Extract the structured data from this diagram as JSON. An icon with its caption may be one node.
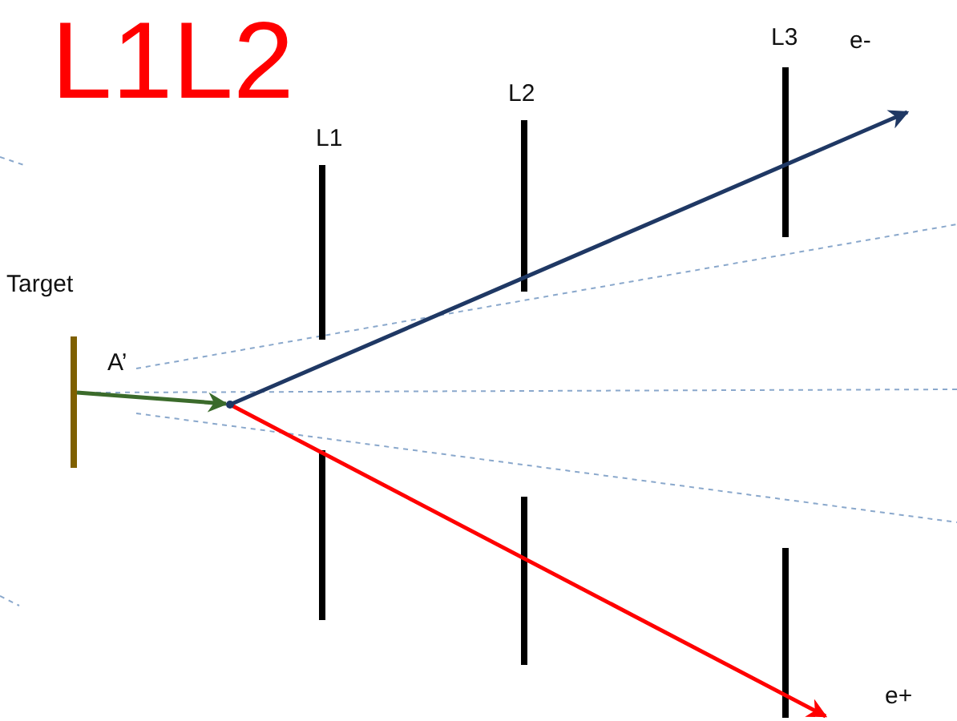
{
  "diagram": {
    "title": "L1L2",
    "nodes": [
      {
        "text": [
          "Target"
        ]
      },
      {
        "text": [],
        "shape": "point"
      }
    ],
    "edges": [
      {
        "from": 0,
        "to": 1,
        "arrow": "to",
        "label": "A’",
        "color": "#3b6b2b"
      },
      {
        "from": 1,
        "to": null,
        "arrow": "to",
        "color": "#1f3864"
      },
      {
        "from": 1,
        "to": null,
        "arrow": "to",
        "color": "#ff0000"
      }
    ],
    "labels": [
      "L3",
      "e-",
      "L2",
      "L1",
      "e+"
    ]
  }
}
